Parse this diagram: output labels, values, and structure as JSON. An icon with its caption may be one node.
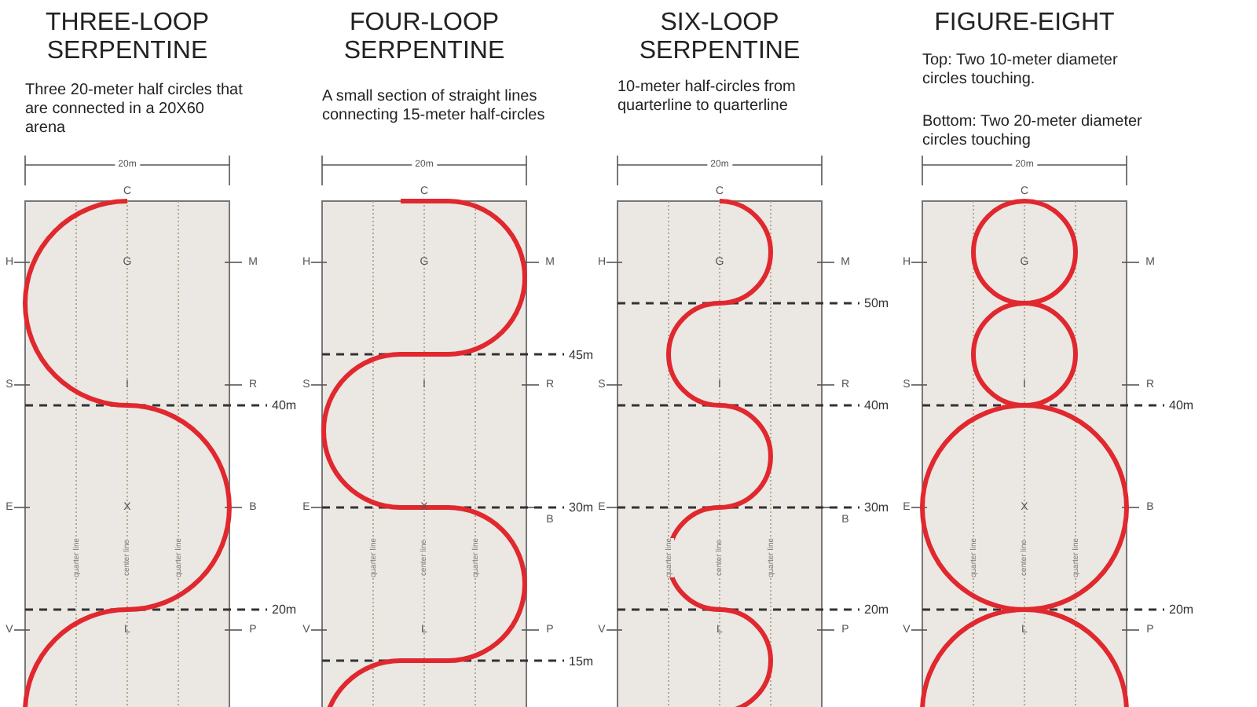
{
  "diagram": {
    "labels": [
      "THREE-LOOP SERPENTINE",
      "Three 20-meter half circles that are connected in a 20X60 arena",
      "20m",
      "C",
      "H",
      "G",
      "M",
      "S",
      "I",
      "R",
      "40m",
      "E",
      "X",
      "B",
      "quarter line",
      "center line",
      "quarter line",
      "20m",
      "V",
      "L",
      "P",
      "FOUR-LOOP SERPENTINE",
      "A small section of straight lines connecting 15-meter half-circles",
      "20m",
      "C",
      "H",
      "G",
      "M",
      "45m",
      "S",
      "I",
      "R",
      "E",
      "X",
      "B",
      "30m",
      "quarter line",
      "center line",
      "quarter line",
      "V",
      "L",
      "P",
      "15m",
      "SIX-LOOP SERPENTINE",
      "10-meter half-circles from quarterline to quarterline",
      "20m",
      "C",
      "H",
      "G",
      "M",
      "50m",
      "S",
      "I",
      "R",
      "40m",
      "E",
      "B",
      "30m",
      "quarter line",
      "center line",
      "quarter line",
      "20m",
      "V",
      "L",
      "P",
      "FIGURE-EIGHT",
      "Top: Two 10-meter diameter circles touching.",
      "Bottom: Two 20-meter diameter circles touching",
      "20m",
      "C",
      "H",
      "G",
      "M",
      "S",
      "I",
      "R",
      "40m",
      "E",
      "X",
      "B",
      "quarter line",
      "center line",
      "quarter line",
      "20m",
      "V",
      "L",
      "P"
    ]
  }
}
